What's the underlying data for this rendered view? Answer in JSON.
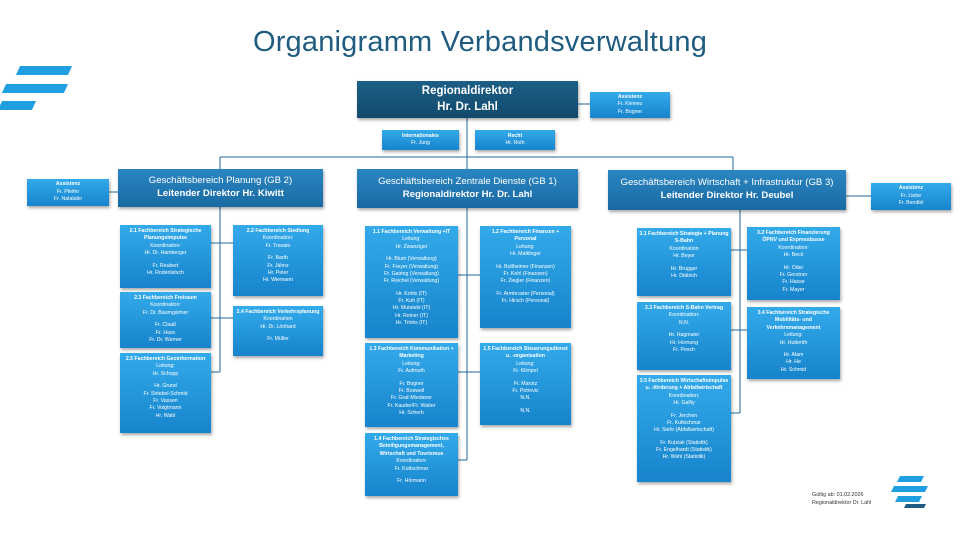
{
  "title": "Organigramm Verbandsverwaltung",
  "director": {
    "line1": "Regionaldirektor",
    "line2": "Hr. Dr. Lahl"
  },
  "director_assistant": {
    "title": "Assistenz",
    "lines": [
      "Fr. Kleineu",
      "Fr. Bogner"
    ]
  },
  "staff": [
    {
      "title": "Internationales",
      "lines": [
        "Fr. Jung"
      ]
    },
    {
      "title": "Recht",
      "lines": [
        "Hr. Roth"
      ]
    }
  ],
  "gb1": {
    "line1": "Geschäftsbereich Planung (GB 2)",
    "line2": "Leitender Direktor Hr. Kiwitt"
  },
  "gb1_assistant": {
    "title": "Assistenz",
    "lines": [
      "Fr. Pfeifer",
      "Fr. Natalatio"
    ]
  },
  "gb2": {
    "line1": "Geschäftsbereich Zentrale Dienste (GB 1)",
    "line2": "Regionaldirektor Hr. Dr. Lahl"
  },
  "gb3": {
    "line1": "Geschäftsbereich Wirtschaft + Infrastruktur (GB 3)",
    "line2": "Leitender Direktor Hr. Deubel"
  },
  "gb3_assistant": {
    "title": "Assistenz",
    "lines": [
      "Fr. Liebe",
      "Fr. Bendlel"
    ]
  },
  "units": {
    "u21": {
      "title": "2.1 Fachbereich Strategische Planungsimpulse",
      "lines": [
        "Koordination:",
        "Hr. Dr. Hamberger",
        "",
        "Fr. Reubert",
        "Hr. Rodenlatsch"
      ]
    },
    "u22": {
      "title": "2.2 Fachbereich Siedlung",
      "lines": [
        "Koordination:",
        "Fr. Travato",
        "",
        "Fr. Barth",
        "Fr. Jähnz",
        "Hr. Peter",
        "Hr. Wiemann"
      ]
    },
    "u23": {
      "title": "2.3 Fachbereich Freiraum",
      "lines": [
        "Koordination:",
        "Fr. Dr. Baumgärtner",
        "",
        "Fr. Claaß",
        "Fr. Hass",
        "Fr. Dr. Werner"
      ]
    },
    "u24": {
      "title": "2.4 Fachbereich Verkehrsplanung",
      "lines": [
        "Koordination",
        "Hr. Dr. Lönhard",
        "",
        "Fr. Müller"
      ]
    },
    "u25": {
      "title": "2.5 Fachbereich Geoinformation",
      "lines": [
        "Leitung:",
        "Hr. Schopp",
        "",
        "Hr. Grund",
        "Fr. Striebel-Schmid",
        "Fr. Vassen",
        "Fr. Voigtmann",
        "Hr. Wahl"
      ]
    },
    "u11": {
      "title": "1.1 Fachbereich Verwaltung +IT",
      "lines": [
        "Leitung:",
        "Hr. Zwanziger",
        "",
        "Hr. Blum (Verwaltung)",
        "Fr. Freyer (Verwaltung)",
        "Fr. Gairing (Verwaltung)",
        "Fr. Reichel (Verwaltung)",
        "",
        "Hr. Kohls (IT)",
        "Fr. Kuh (IT)",
        "Hr. Mutalebi (IT)",
        "Hr. Reiner (IT)",
        "Hr. Trinks (IT)"
      ]
    },
    "u12": {
      "title": "1.2 Fachbereich Finanzen + Personal",
      "lines": [
        "Leitung:",
        "Hr. Mattlinger",
        "",
        "Hr. Bollheimer (Finanzen)",
        "Fr. Kehl (Finanzen)",
        "Fr. Ziegler (Finanzen)",
        "",
        "Fr. Armbruster (Personal)",
        "Fr. Hirsch (Personal)"
      ]
    },
    "u13": {
      "title": "1.3 Fachbereich Kommunikation + Marketing",
      "lines": [
        "Leitung:",
        "Fr. Aufmuth",
        "",
        "Fr. Bogner",
        "Fr. Boswell",
        "Fr. Graf-Miedaner",
        "Fr. Kauder/Fr. Walter",
        "Hr. Scherb"
      ]
    },
    "u14": {
      "title": "1.4 Fachbereich Strategisches Beteiligungsmanagement, Wirtschaft und Tourismus",
      "lines": [
        "Koordination:",
        "Fr. Kuttschmar",
        "",
        "Fr. Hörmann"
      ]
    },
    "u15": {
      "title": "1.5 Fachbereich Steuerungsdienst u. -organisation",
      "lines": [
        "Leitung:",
        "Fr. Klimpel",
        "",
        "Fr. Marotz",
        "Fr. Petrovic",
        "N.N.",
        "",
        "N.N."
      ]
    },
    "u31": {
      "title": "3.1 Fachbereich Strategie + Planung S-Bahn",
      "lines": [
        "Koordination",
        "Hr. Beyer",
        "",
        "Hr. Brugger",
        "Hr. Diätrich"
      ]
    },
    "u32": {
      "title": "3.2 Fachbereich Finanzierung ÖPNV und Expressbusse",
      "lines": [
        "Koordination:",
        "Hr. Beck",
        "",
        "Hr. Oder",
        "Fr. Gerstner",
        "Fr. Hasse",
        "Fr. Mayer"
      ]
    },
    "u33": {
      "title": "3.3 Fachbereich S-Bahn Vertrag",
      "lines": [
        "Koordination:",
        "N.N.",
        "",
        "Hr. Hagmaier",
        "Hr. Hornung",
        "Fr. Pesch"
      ]
    },
    "u34": {
      "title": "3.4 Fachbereich Strategische Mobilitäts- und Verkehrsmanagement",
      "lines": [
        "Leitung:",
        "Hr. Hutterith",
        "",
        "Hr. Alam",
        "Hr. He",
        "Hr. Schmid"
      ]
    },
    "u35": {
      "title": "3.5 Fachbereich Wirtschaftsimpulse u. -förderung + Abfallwirtschaft",
      "lines": [
        "Koordination:",
        "Hr. Gallty",
        "",
        "Fr. Jerchen",
        "Fr. Kuttschmar",
        "Hr. Siehr (Abfallwirtschaft)",
        "",
        "Fr. Kutziak (Statistik)",
        "Fr. Engelhardt (Statistik)",
        "Hr. Wahl (Statistik)"
      ]
    }
  },
  "footer": {
    "line1": "Gültig ab: 01.02.2026",
    "line2": "Regionaldirektor Dr. Lahl"
  },
  "colors": {
    "title": "#1f5c80",
    "box_light": "#23a0e6",
    "box_dark": "#1b5a80",
    "box_mid": "#2578b3",
    "line": "#1f6a96"
  }
}
